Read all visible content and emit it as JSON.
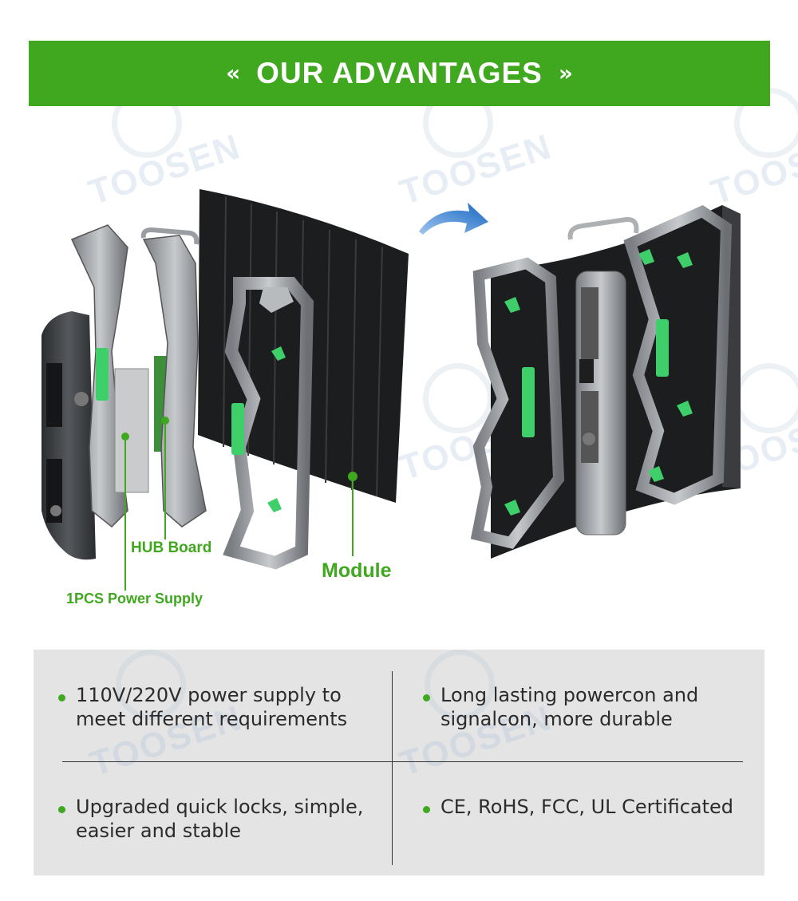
{
  "header": {
    "left_mark": "«",
    "title": "OUR ADVANTAGES",
    "right_mark": "»",
    "background_color": "#3fa81f"
  },
  "watermark": {
    "text": "TOOSEN"
  },
  "illustration": {
    "callouts": {
      "hub_board": "HUB Board",
      "module": "Module",
      "power_supply": "1PCS Power Supply"
    },
    "accent_color": "#3fa81f",
    "arrow_color": "#1565c0"
  },
  "features": [
    {
      "text": "110V/220V power supply to\nmeet different requirements"
    },
    {
      "text": "Long lasting powercon and\nsignalcon, more durable"
    },
    {
      "text": "Upgraded quick locks, simple,\neasier and stable"
    },
    {
      "text": "CE, RoHS, FCC, UL Certificated"
    }
  ]
}
